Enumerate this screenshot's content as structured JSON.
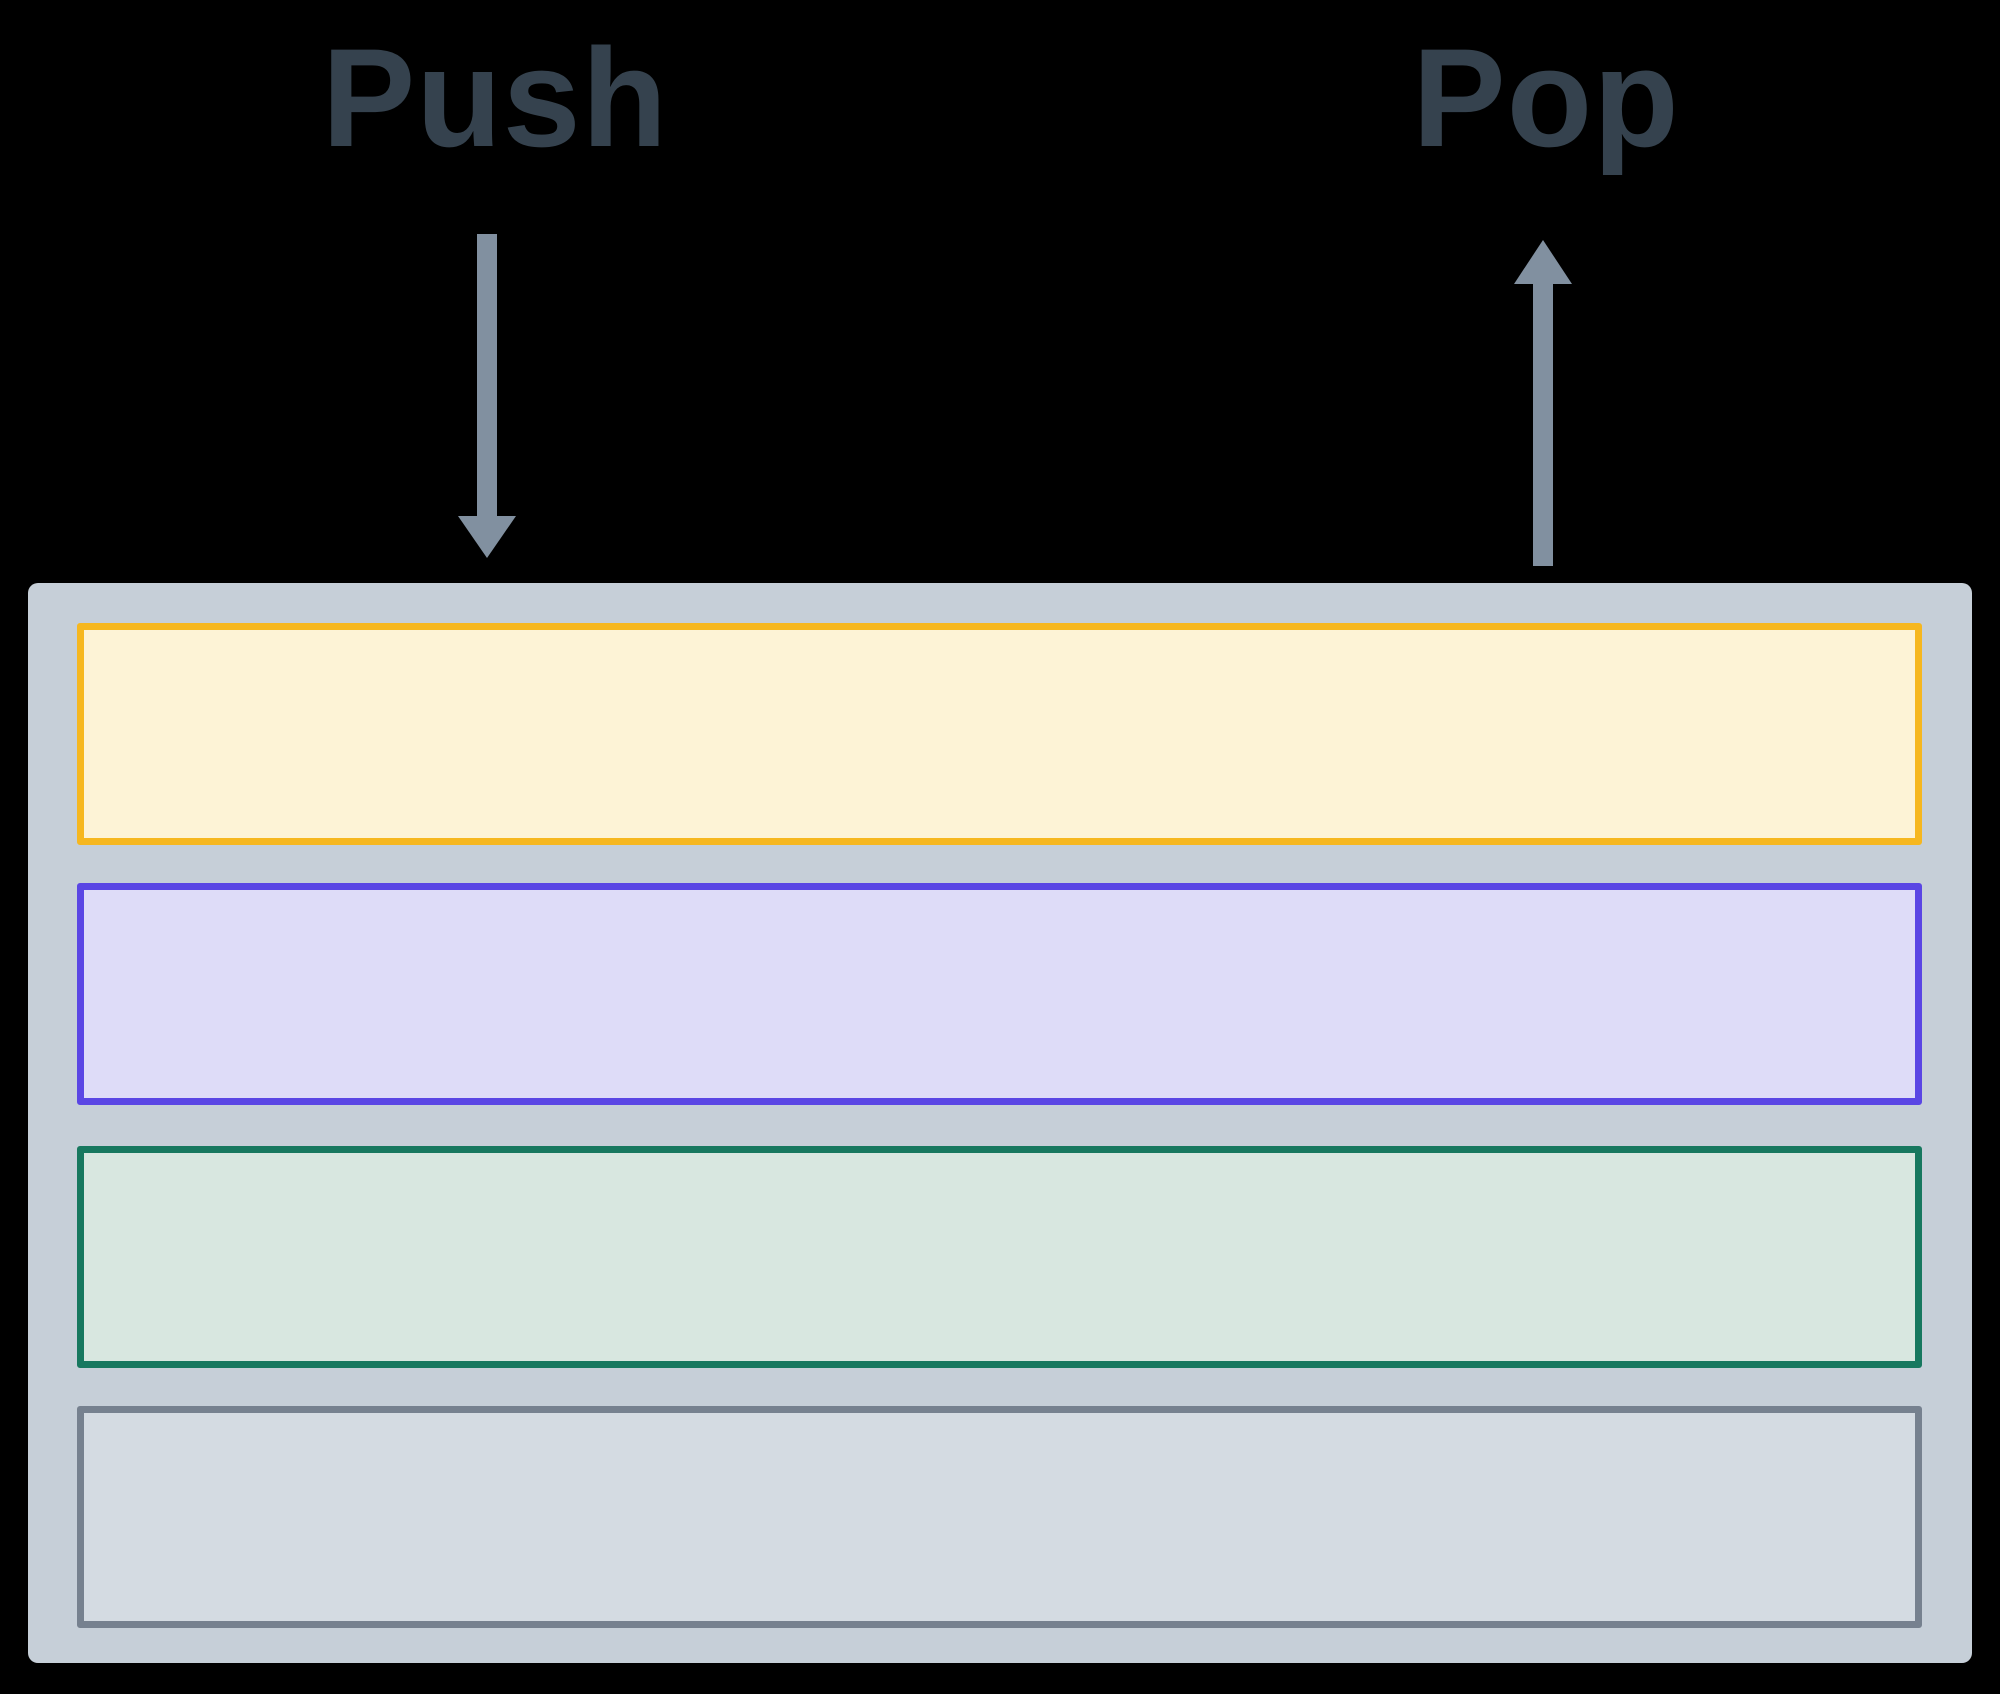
{
  "diagram": {
    "kind": "stack-push-pop",
    "labels": {
      "push": "Push",
      "pop": "Pop"
    },
    "icons": {
      "push_arrow": "arrow-down",
      "pop_arrow": "arrow-up"
    },
    "colors": {
      "background": "#000000",
      "label_text": "#35424e",
      "arrow": "#8190a0",
      "stack_background": "#c6cfd8"
    },
    "stack": {
      "slots": [
        {
          "position": "top",
          "border": "#f6b71f",
          "fill": "#fdf3d6"
        },
        {
          "position": "second",
          "border": "#5a46e4",
          "fill": "#dedcf8"
        },
        {
          "position": "third",
          "border": "#17785f",
          "fill": "#d8e7e0"
        },
        {
          "position": "bottom",
          "border": "#76818f",
          "fill": "#d4dbe2"
        }
      ]
    }
  }
}
